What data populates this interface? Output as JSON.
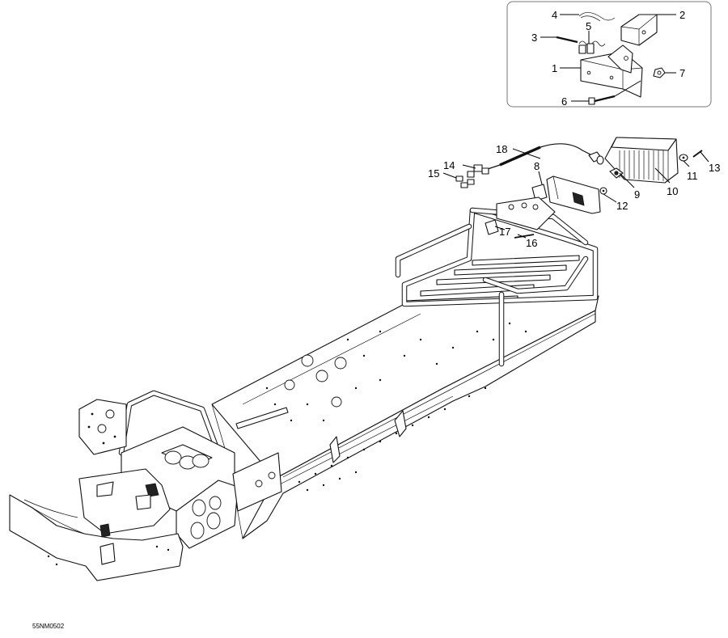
{
  "diagram": {
    "reference_code": "55NM0502",
    "callouts": [
      {
        "id": "c1",
        "label": "1"
      },
      {
        "id": "c2",
        "label": "2"
      },
      {
        "id": "c3",
        "label": "3"
      },
      {
        "id": "c4",
        "label": "4"
      },
      {
        "id": "c5",
        "label": "5"
      },
      {
        "id": "c6",
        "label": "6"
      },
      {
        "id": "c7",
        "label": "7"
      },
      {
        "id": "c8",
        "label": "8"
      },
      {
        "id": "c9",
        "label": "9"
      },
      {
        "id": "c10",
        "label": "10"
      },
      {
        "id": "c11",
        "label": "11"
      },
      {
        "id": "c12",
        "label": "12"
      },
      {
        "id": "c13",
        "label": "13"
      },
      {
        "id": "c14",
        "label": "14"
      },
      {
        "id": "c15",
        "label": "15"
      },
      {
        "id": "c16",
        "label": "16"
      },
      {
        "id": "c17",
        "label": "17"
      },
      {
        "id": "c18",
        "label": "18"
      }
    ]
  }
}
